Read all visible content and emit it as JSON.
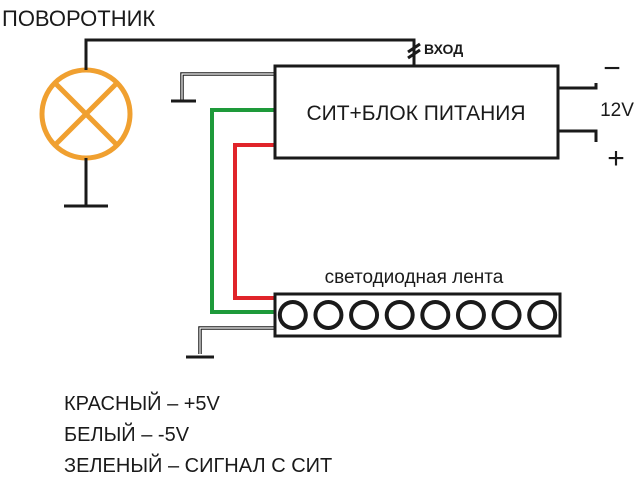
{
  "labels": {
    "turn_signal": "ПОВОРОТНИК",
    "input": "ВХОД",
    "unit": "СИТ+БЛОК ПИТАНИЯ",
    "voltage": "12V",
    "minus": "−",
    "plus": "+",
    "strip": "светодиодная лента"
  },
  "legend": {
    "red": "КРАСНЫЙ – +5V",
    "white": "БЕЛЫЙ – -5V",
    "green": "ЗЕЛЕНЫЙ – СИГНАЛ С СИТ"
  },
  "colors": {
    "lamp": "#F0A030",
    "wire": "#1a1a1a",
    "wire_red": "#E0242A",
    "wire_green": "#1E9A3A"
  },
  "icons": {
    "lamp": "lamp-icon",
    "ground": "ground-icon",
    "fuse": "fuse-icon",
    "led": "led-icon"
  }
}
